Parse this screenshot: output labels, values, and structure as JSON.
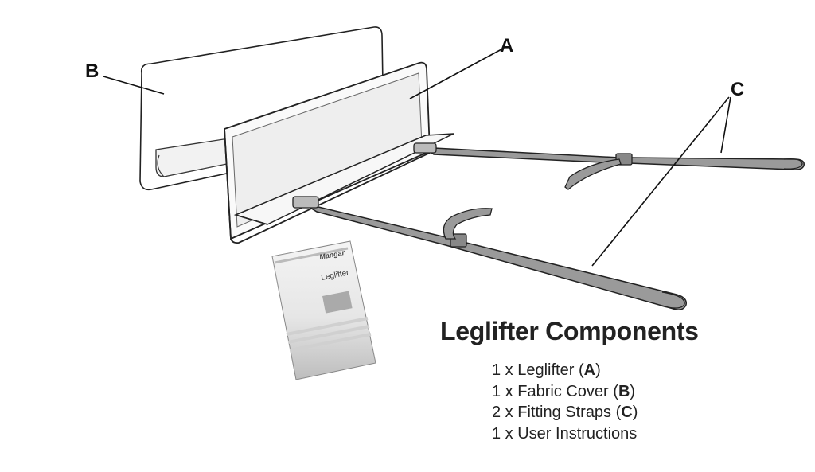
{
  "callouts": {
    "a": "A",
    "b": "B",
    "c": "C"
  },
  "booklet": {
    "brand": "Mangar",
    "title": "Leglifter"
  },
  "components": {
    "title": "Leglifter Components",
    "items": [
      {
        "pre": "1 x Leglifter (",
        "code": "A",
        "post": ")"
      },
      {
        "pre": "1 x Fabric Cover (",
        "code": "B",
        "post": ")"
      },
      {
        "pre": "2 x Fitting Straps (",
        "code": "C",
        "post": ")"
      },
      {
        "pre": "1 x User Instructions",
        "code": "",
        "post": ""
      }
    ]
  }
}
